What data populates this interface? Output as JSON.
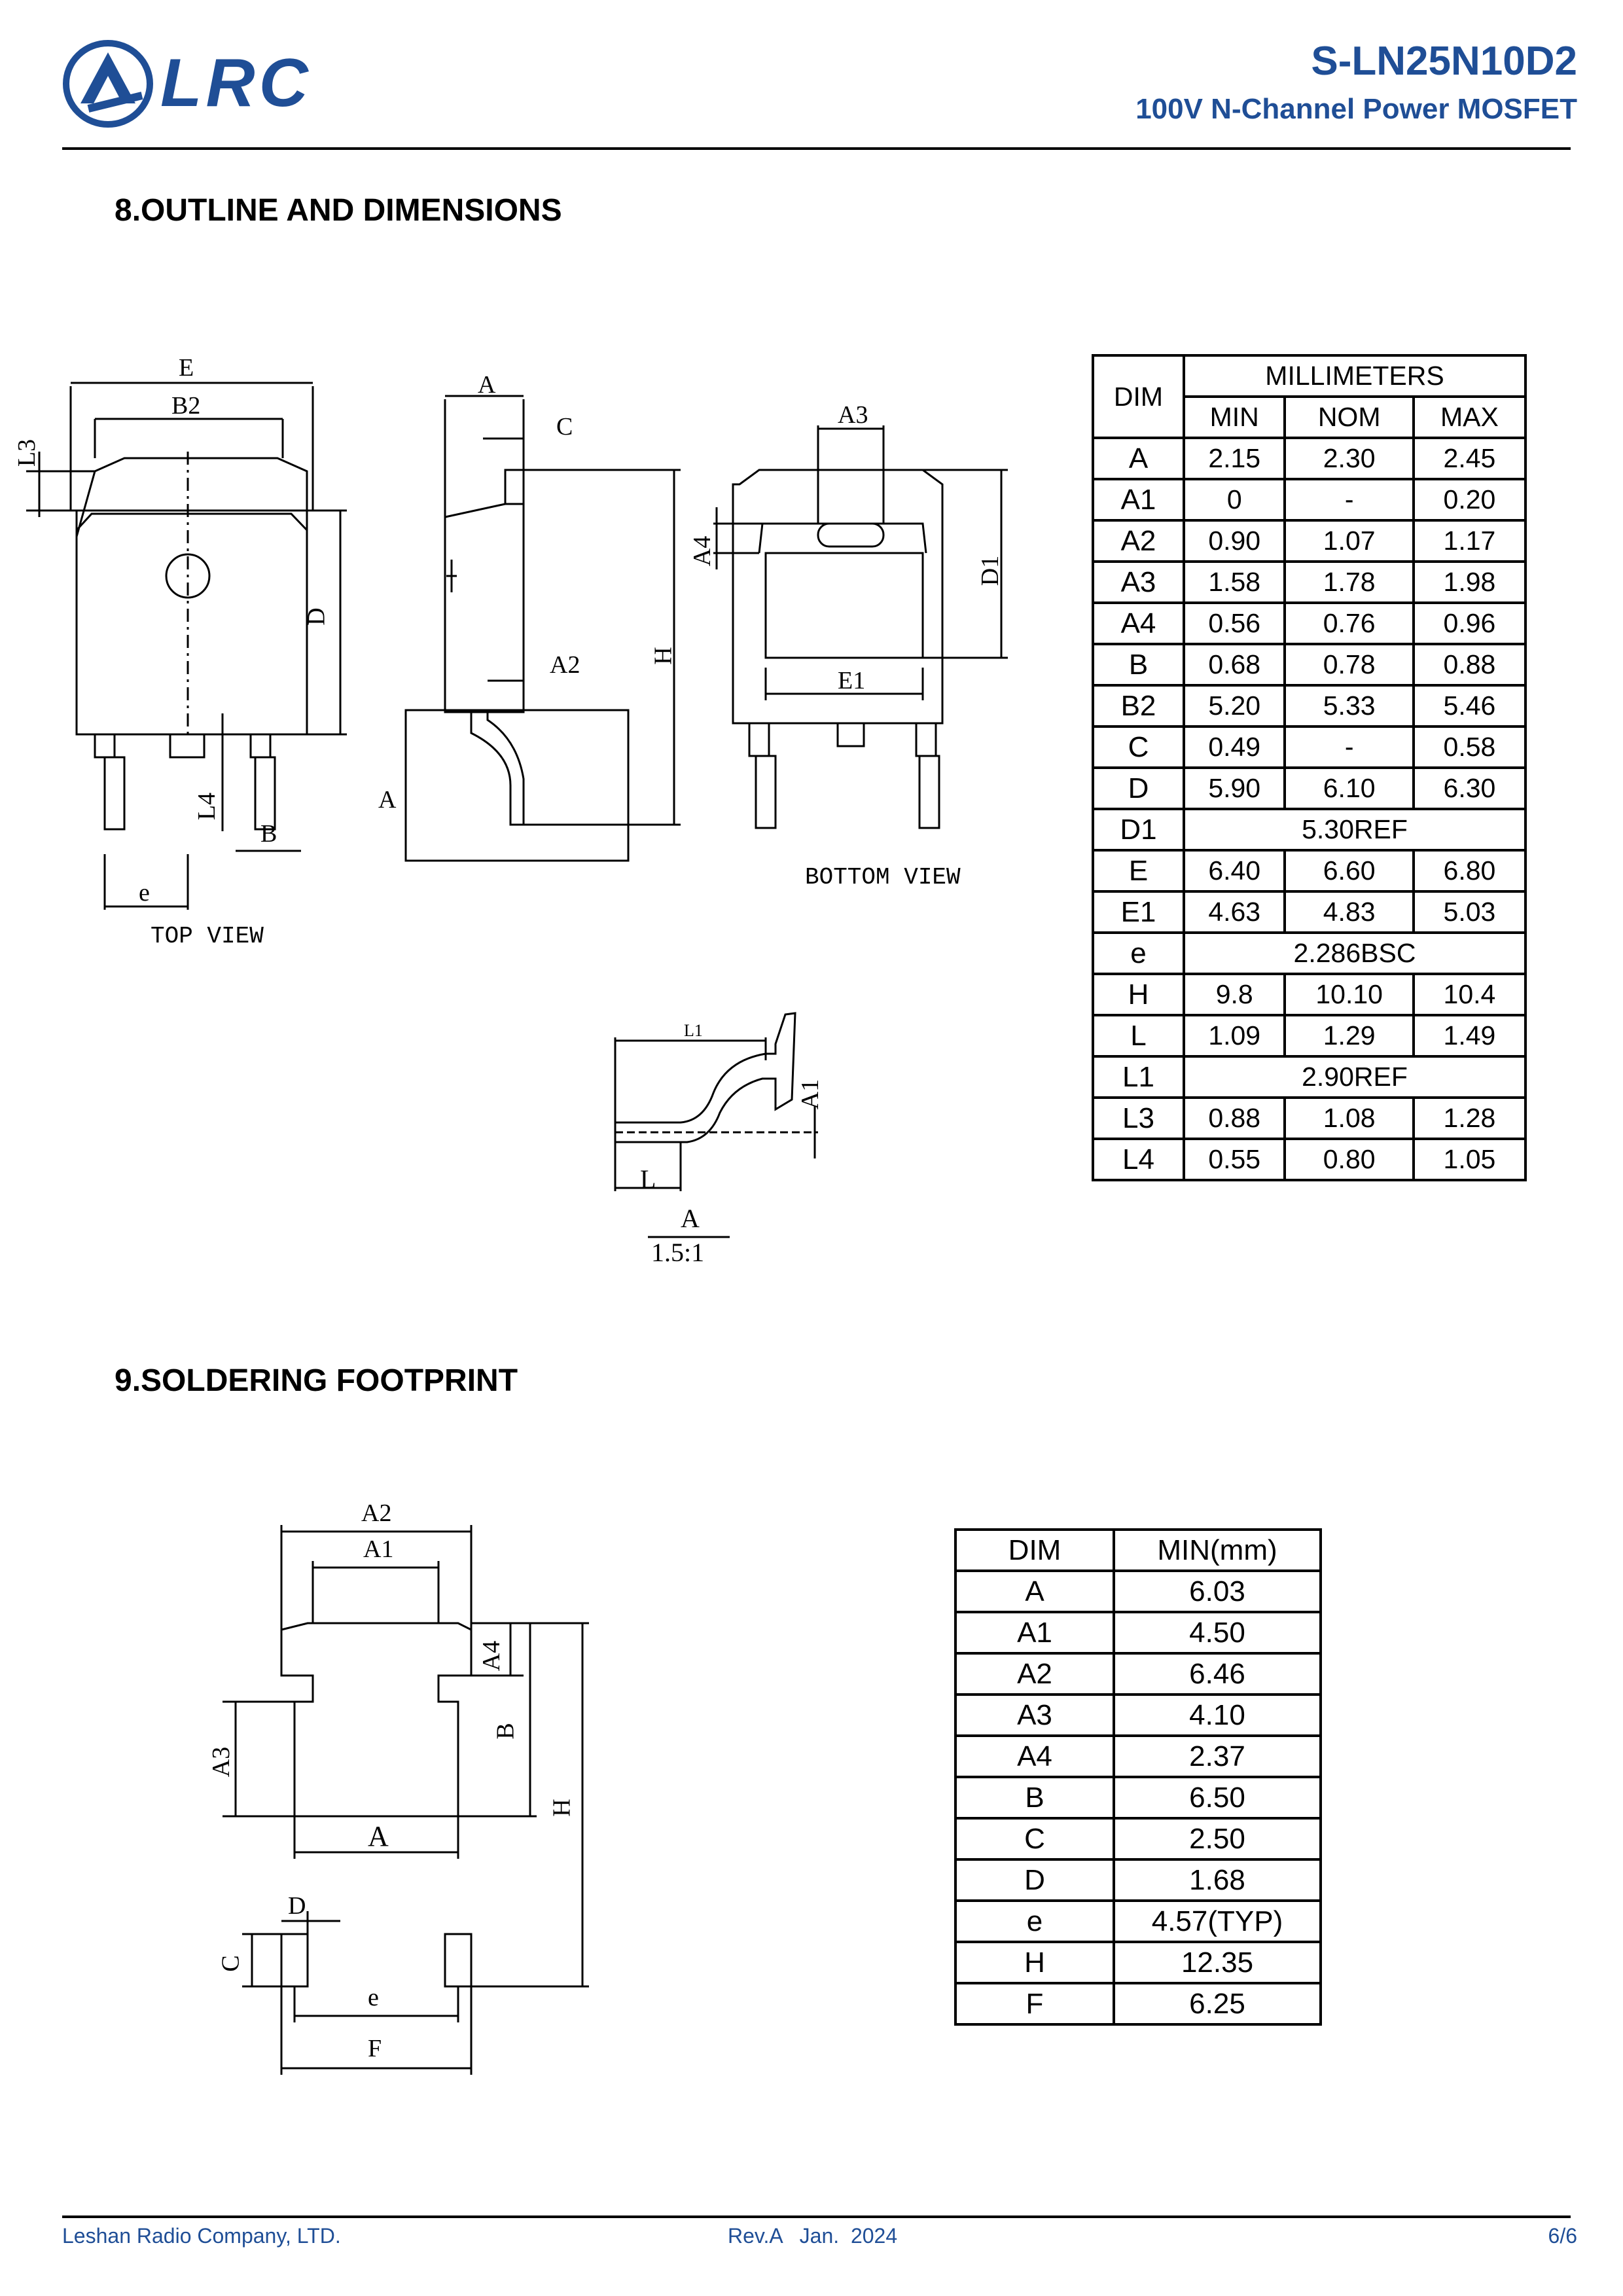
{
  "header": {
    "logo_text": "LRC",
    "part_number": "S-LN25N10D2",
    "subtitle": "100V N-Channel Power MOSFET"
  },
  "sections": {
    "outline": "8.OUTLINE AND DIMENSIONS",
    "footprint": "9.SOLDERING  FOOTPRINT"
  },
  "drawing_labels": {
    "top_view": "TOP VIEW",
    "bottom_view": "BOTTOM VIEW",
    "detail": "A",
    "scale": "1.5:1",
    "E": "E",
    "B2": "B2",
    "L3": "L3",
    "D": "D",
    "L4": "L4",
    "B": "B",
    "e": "e",
    "A": "A",
    "C": "C",
    "A2": "A2",
    "H": "H",
    "A3": "A3",
    "A4": "A4",
    "D1": "D1",
    "E1": "E1",
    "L1": "L1",
    "A1": "A1",
    "L": "L",
    "F": "F"
  },
  "outline_table": {
    "dim_header": "DIM",
    "group_header": "MILLIMETERS",
    "col_headers": [
      "MIN",
      "NOM",
      "MAX"
    ],
    "rows": [
      {
        "dim": "A",
        "min": "2.15",
        "nom": "2.30",
        "max": "2.45"
      },
      {
        "dim": "A1",
        "min": "0",
        "nom": "-",
        "max": "0.20"
      },
      {
        "dim": "A2",
        "min": "0.90",
        "nom": "1.07",
        "max": "1.17"
      },
      {
        "dim": "A3",
        "min": "1.58",
        "nom": "1.78",
        "max": "1.98"
      },
      {
        "dim": "A4",
        "min": "0.56",
        "nom": "0.76",
        "max": "0.96"
      },
      {
        "dim": "B",
        "min": "0.68",
        "nom": "0.78",
        "max": "0.88"
      },
      {
        "dim": "B2",
        "min": "5.20",
        "nom": "5.33",
        "max": "5.46"
      },
      {
        "dim": "C",
        "min": "0.49",
        "nom": "-",
        "max": "0.58"
      },
      {
        "dim": "D",
        "min": "5.90",
        "nom": "6.10",
        "max": "6.30"
      },
      {
        "dim": "D1",
        "span": "5.30REF"
      },
      {
        "dim": "E",
        "min": "6.40",
        "nom": "6.60",
        "max": "6.80"
      },
      {
        "dim": "E1",
        "min": "4.63",
        "nom": "4.83",
        "max": "5.03"
      },
      {
        "dim": "e",
        "span": "2.286BSC"
      },
      {
        "dim": "H",
        "min": "9.8",
        "nom": "10.10",
        "max": "10.4"
      },
      {
        "dim": "L",
        "min": "1.09",
        "nom": "1.29",
        "max": "1.49"
      },
      {
        "dim": "L1",
        "span": "2.90REF"
      },
      {
        "dim": "L3",
        "min": "0.88",
        "nom": "1.08",
        "max": "1.28"
      },
      {
        "dim": "L4",
        "min": "0.55",
        "nom": "0.80",
        "max": "1.05"
      }
    ]
  },
  "footprint_table": {
    "headers": [
      "DIM",
      "MIN(mm)"
    ],
    "rows": [
      {
        "dim": "A",
        "value": "6.03"
      },
      {
        "dim": "A1",
        "value": "4.50"
      },
      {
        "dim": "A2",
        "value": "6.46"
      },
      {
        "dim": "A3",
        "value": "4.10"
      },
      {
        "dim": "A4",
        "value": "2.37"
      },
      {
        "dim": "B",
        "value": "6.50"
      },
      {
        "dim": "C",
        "value": "2.50"
      },
      {
        "dim": "D",
        "value": "1.68"
      },
      {
        "dim": "e",
        "value": "4.57(TYP)"
      },
      {
        "dim": "H",
        "value": "12.35"
      },
      {
        "dim": "F",
        "value": "6.25"
      }
    ]
  },
  "footer": {
    "company": "Leshan Radio Company, LTD.",
    "revision": "Rev.A   Jan.  2024",
    "page": "6/6"
  },
  "colors": {
    "brand": "#1f4e96"
  }
}
